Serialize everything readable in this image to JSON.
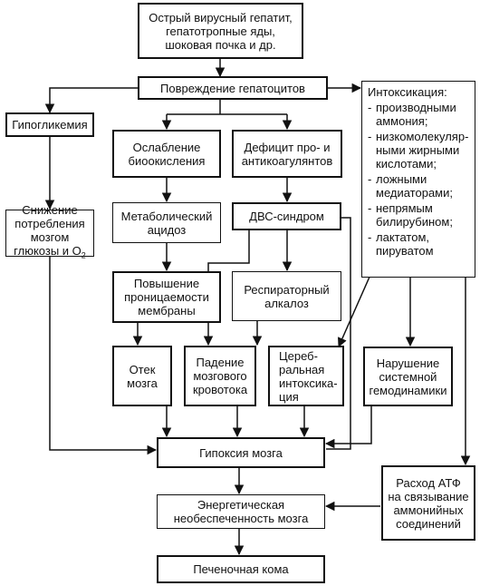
{
  "nodes": {
    "etiology": "Острый вирусный гепатит,\nгепатотропные яды,\nшоковая почка и др.",
    "hepatocyte_damage": "Повреждение гепатоцитов",
    "hypoglycemia": "Гипогликемия",
    "glucose_decrease_line1": "Снижение\nпотребления\nмозгом\nглюкозы и O",
    "glucose_decrease_sub": "2",
    "weakened_oxidation": "Ослабление\nбиоокисления",
    "anticoagulant_deficit": "Дефицит про- и\nантикоагулянтов",
    "metabolic_acidosis": "Метаболический\nацидоз",
    "dic_syndrome": "ДВС-синдром",
    "membrane_permeability": "Повышение\nпроницаемости\nмембраны",
    "respiratory_alkalosis": "Респираторный\nалкалоз",
    "brain_edema": "Отек\nмозга",
    "blood_flow_drop": "Падение\nмозгового\nкровотока",
    "cerebral_intoxication": "Цереб-\nральная\nинтоксика-\nция",
    "hemodynamics_disorder": "Нарушение\nсистемной\nгемодинамики",
    "brain_hypoxia": "Гипоксия мозга",
    "atp_consumption": "Расход АТФ\nна связывание\nаммонийных\nсоединений",
    "energy_deficit": "Энергетическая\nнеобеспеченность мозга",
    "hepatic_coma": "Печеночная кома"
  },
  "intoxication": {
    "title": "Интоксикация:",
    "items": [
      "производными\nаммония;",
      "низкомолекуляр-\nными жирными\nкислотами;",
      "ложными\nмедиаторами;",
      "непрямым\nбилирубином;",
      "лактатом,\nпируватом"
    ]
  }
}
